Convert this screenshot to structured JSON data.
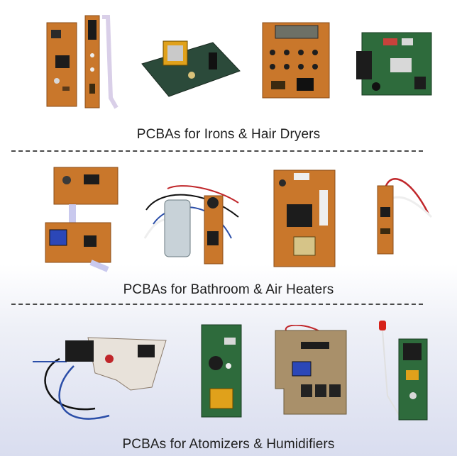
{
  "sections": [
    {
      "caption": "PCBAs for Irons & Hair Dryers"
    },
    {
      "caption": "PCBAs for Bathroom & Air Heaters"
    },
    {
      "caption": "PCBAs for Atomizers & Humidifiers"
    }
  ],
  "colors": {
    "board_orange": "#c9772b",
    "board_green": "#2e6b3c",
    "board_tan": "#a9906a",
    "wire_blue": "#2b4ea8",
    "wire_red": "#c0262a",
    "divider": "#4a4a4a"
  }
}
